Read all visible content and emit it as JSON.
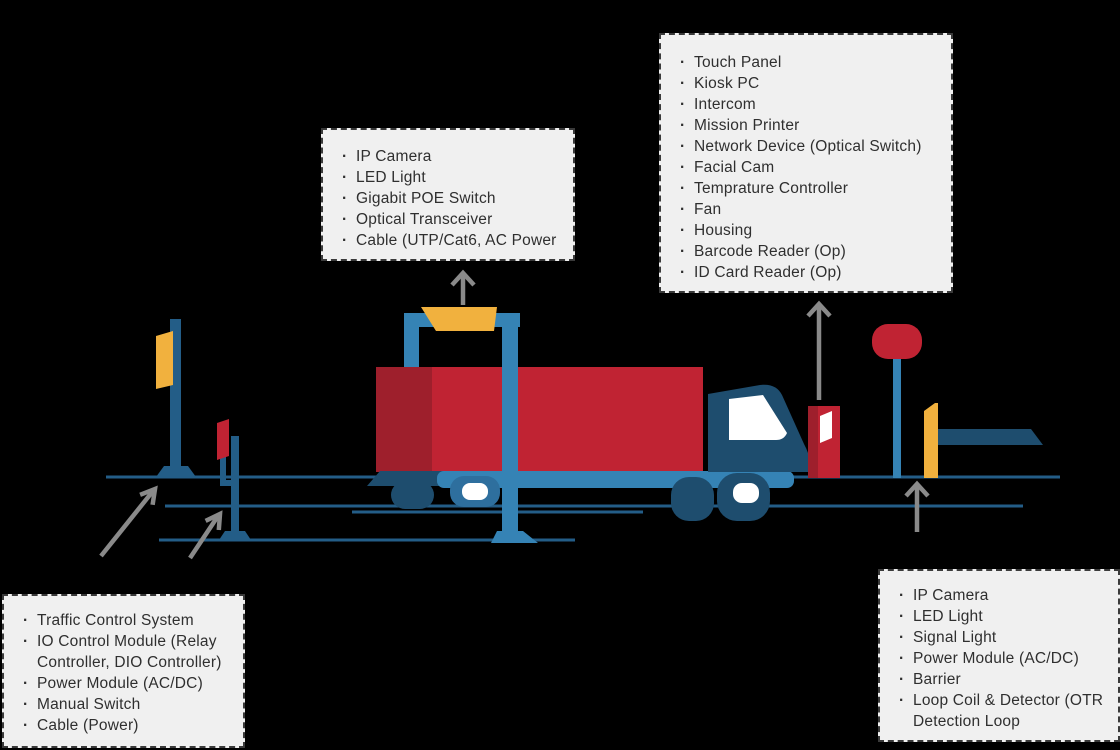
{
  "callouts": {
    "gantry": {
      "items": [
        "IP Camera",
        "LED Light",
        "Gigabit POE Switch",
        "Optical Transceiver",
        "Cable (UTP/Cat6, AC Power"
      ]
    },
    "kiosk": {
      "items": [
        "Touch Panel",
        "Kiosk PC",
        "Intercom",
        "Mission Printer",
        "Network Device (Optical Switch)",
        "Facial Cam",
        "Temprature Controller",
        "Fan",
        "Housing",
        "Barcode Reader (Op)",
        "ID Card Reader (Op)"
      ]
    },
    "traffic": {
      "items": [
        "Traffic Control System",
        "IO Control Module (Relay Controller, DIO Controller)",
        "Power Module (AC/DC)",
        "Manual Switch",
        "Cable (Power)"
      ]
    },
    "barrier": {
      "items": [
        "IP Camera",
        "LED Light",
        "Signal Light",
        "Power Module (AC/DC)",
        "Barrier",
        "Loop Coil & Detector (OTR Detection Loop"
      ]
    }
  },
  "colors": {
    "background": "#000000",
    "box_bg": "#f0f0f0",
    "box_border": "#3a3a3a",
    "text": "#2f2f2f",
    "blue_medium": "#3583b5",
    "blue_dark": "#1e4d6e",
    "blue_steel": "#235d87",
    "wheel_front": "#2e6f9e",
    "red_main": "#c02333",
    "red_dark": "#9e1f2c",
    "yellow": "#f1b13e",
    "arrow_gray": "#8a8a8a",
    "white": "#ffffff"
  }
}
